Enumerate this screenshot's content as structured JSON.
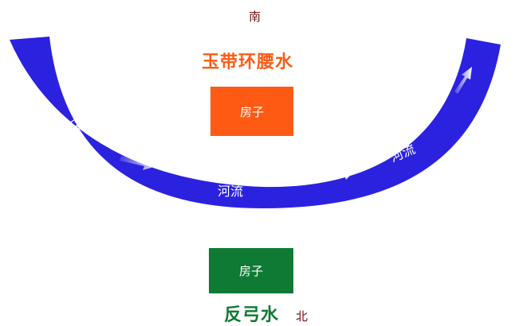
{
  "compass": {
    "south": "南",
    "north": "北"
  },
  "top_scene": {
    "title": "玉带环腰水",
    "house_label": "房子",
    "house_color": "#ff5a14",
    "title_color": "#ff5a14"
  },
  "bottom_scene": {
    "title": "反弓水",
    "house_label": "房子",
    "house_color": "#0f7a33",
    "title_color": "#0f7a33"
  },
  "river": {
    "color": "#2b22e0",
    "labels": [
      "河流",
      "河流",
      "河流"
    ]
  }
}
